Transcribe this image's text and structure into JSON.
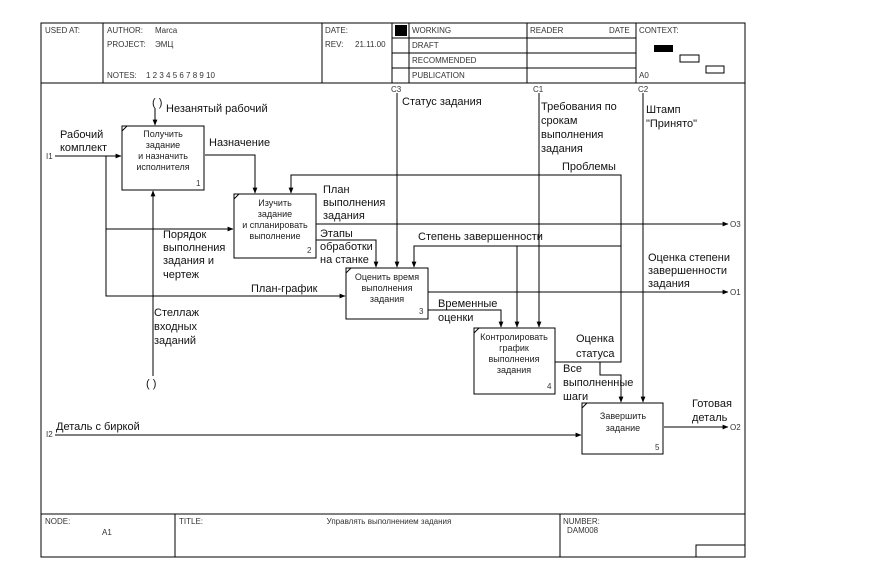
{
  "header": {
    "used_at": "USED AT:",
    "author_label": "AUTHOR:",
    "author": "Marca",
    "project_label": "PROJECT:",
    "project": "ЭМЦ",
    "notes_label": "NOTES:",
    "notes": "1 2 3 4 5 6 7 8 9 10",
    "date_label": "DATE:",
    "rev_label": "REV:",
    "rev": "21.11.00",
    "working": "WORKING",
    "draft": "DRAFT",
    "recommended": "RECOMMENDED",
    "publication": "PUBLICATION",
    "reader": "READER",
    "reader_date": "DATE",
    "context": "CONTEXT:",
    "context_node": "A0"
  },
  "footer": {
    "node_label": "NODE:",
    "node": "A1",
    "title_label": "TITLE:",
    "title": "Управлять выполнением задания",
    "number_label": "NUMBER:",
    "number": "DAM008"
  },
  "boxes": [
    {
      "lines": [
        "Получить",
        "задание",
        "и назначить",
        "исполнителя"
      ],
      "num": "1"
    },
    {
      "lines": [
        "Изучить",
        "задание",
        "и спланировать",
        "выполнение"
      ],
      "num": "2"
    },
    {
      "lines": [
        "Оценить время",
        "выполнения",
        "задания"
      ],
      "num": "3"
    },
    {
      "lines": [
        "Контролировать",
        "график",
        "выполнения",
        "задания"
      ],
      "num": "4"
    },
    {
      "lines": [
        "Завершить",
        "задание"
      ],
      "num": "5"
    }
  ],
  "codes": {
    "i1": "I1",
    "i2": "I2",
    "c1": "C1",
    "c2": "C2",
    "c3": "C3",
    "o1": "O1",
    "o2": "O2",
    "o3": "O3"
  },
  "arrows": {
    "tunnel_top": "( )",
    "tunnel_bottom": "( )",
    "idle_worker": "Незанятый рабочий",
    "work_kit": [
      "Рабочий",
      "комплект"
    ],
    "assignment": "Назначение",
    "plan": [
      "План",
      "выполнения",
      "задания"
    ],
    "order": [
      "Порядок",
      "выполнения",
      "задания и",
      "чертеж"
    ],
    "machining": [
      "Этапы",
      "обработки",
      "на станке"
    ],
    "schedule": "План-график",
    "rack": [
      "Стеллаж",
      "входных",
      "заданий"
    ],
    "task_status": "Статус задания",
    "deadline_reqs": [
      "Требования по",
      "срокам",
      "выполнения",
      "задания"
    ],
    "stamp": [
      "Штамп",
      "\"Принято\""
    ],
    "problems": "Проблемы",
    "completion_degree": "Степень завершенности",
    "completion_assessment": [
      "Оценка степени",
      "завершенности",
      "задания"
    ],
    "time_estimates": [
      "Временные",
      "оценки"
    ],
    "status_assessment": [
      "Оценка",
      "статуса"
    ],
    "all_steps": [
      "Все",
      "выполненные",
      "шаги"
    ],
    "part_tag": "Деталь с биркой",
    "finished_part": [
      "Готовая",
      "деталь"
    ]
  }
}
